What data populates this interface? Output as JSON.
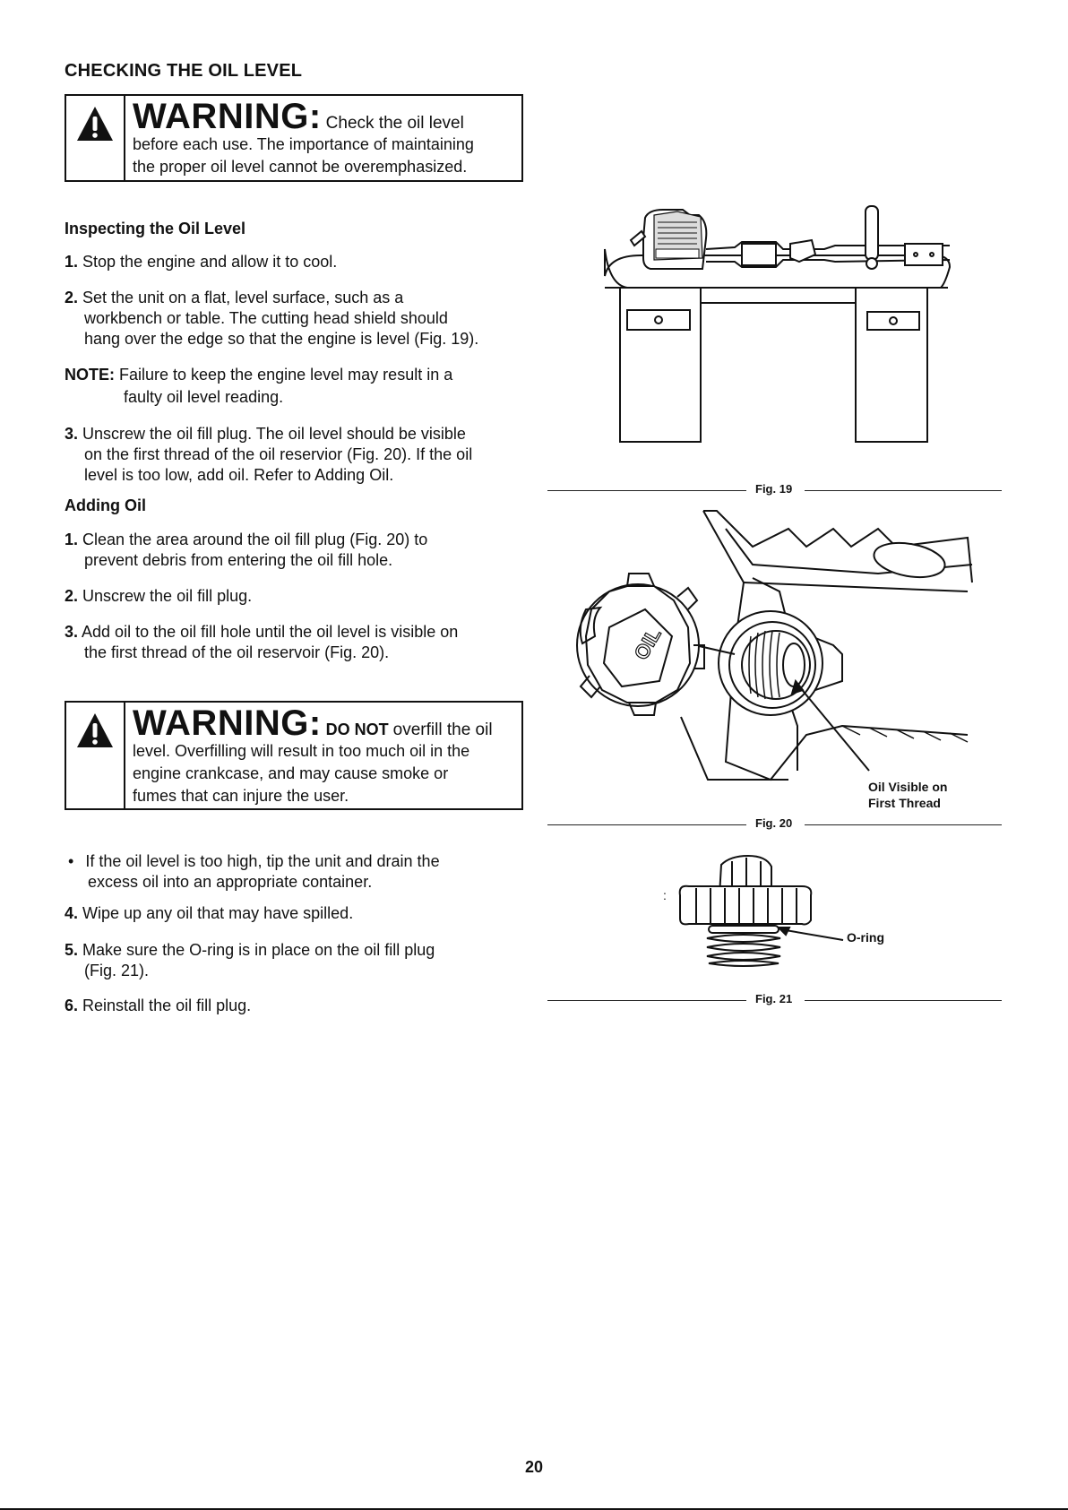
{
  "section_title": "CHECKING THE OIL LEVEL",
  "warning1": {
    "head": "WARNING:",
    "lead": "Check the oil level",
    "lines": [
      "before each use. The importance of maintaining",
      "the proper oil level cannot be overemphasized."
    ]
  },
  "inspect": {
    "title": "Inspecting the Oil Level",
    "s1_num": "1.",
    "s1": "Stop the engine and allow it to cool.",
    "s2_num": "2.",
    "s2_lines": [
      "Set the unit on a flat, level surface, such as a",
      "workbench or table. The cutting head shield should",
      "hang over the edge so that the engine is level (Fig. 19)."
    ],
    "note_label": "NOTE:",
    "note_lines": [
      "Failure to keep the engine level may result in a",
      "faulty oil level reading."
    ],
    "s3_num": "3.",
    "s3_lines": [
      "Unscrew the oil fill plug. The oil level should be visible",
      "on the first thread of the oil reservior (Fig. 20). If the oil",
      "level is too low, add oil. Refer to Adding Oil."
    ]
  },
  "adding": {
    "title": "Adding Oil",
    "s1_num": "1.",
    "s1_lines": [
      "Clean the area around the oil fill plug (Fig. 20) to",
      "prevent debris from entering the oil fill hole."
    ],
    "s2_num": "2.",
    "s2": "Unscrew the oil fill plug.",
    "s3_num": "3.",
    "s3_lines": [
      "Add oil to the oil fill hole until the oil level is visible on",
      "the first thread of the oil reservoir (Fig. 20)."
    ]
  },
  "warning2": {
    "head": "WARNING:",
    "emph": "DO NOT",
    "lead": "overfill the oil",
    "lines": [
      "level. Overfilling will result in too much oil in the",
      "engine crankcase, and may cause smoke or",
      "fumes that can injure the user."
    ]
  },
  "after": {
    "bullet": "•",
    "b_lines": [
      "If the oil level is too high, tip the unit and drain the",
      "excess oil into an appropriate container."
    ],
    "s4_num": "4.",
    "s4": "Wipe up any oil that may have spilled.",
    "s5_num": "5.",
    "s5_lines": [
      "Make sure the O-ring is in place on the oil fill plug",
      "(Fig. 21)."
    ],
    "s6_num": "6.",
    "s6": "Reinstall the oil fill plug."
  },
  "figures": {
    "fig19": "Fig. 19",
    "fig20": "Fig. 20",
    "fig20_label": [
      "Oil Visible on",
      "First Thread"
    ],
    "fig21": "Fig. 21",
    "fig21_label": "O-ring",
    "fig21_mark": ":"
  },
  "page_number": "20"
}
